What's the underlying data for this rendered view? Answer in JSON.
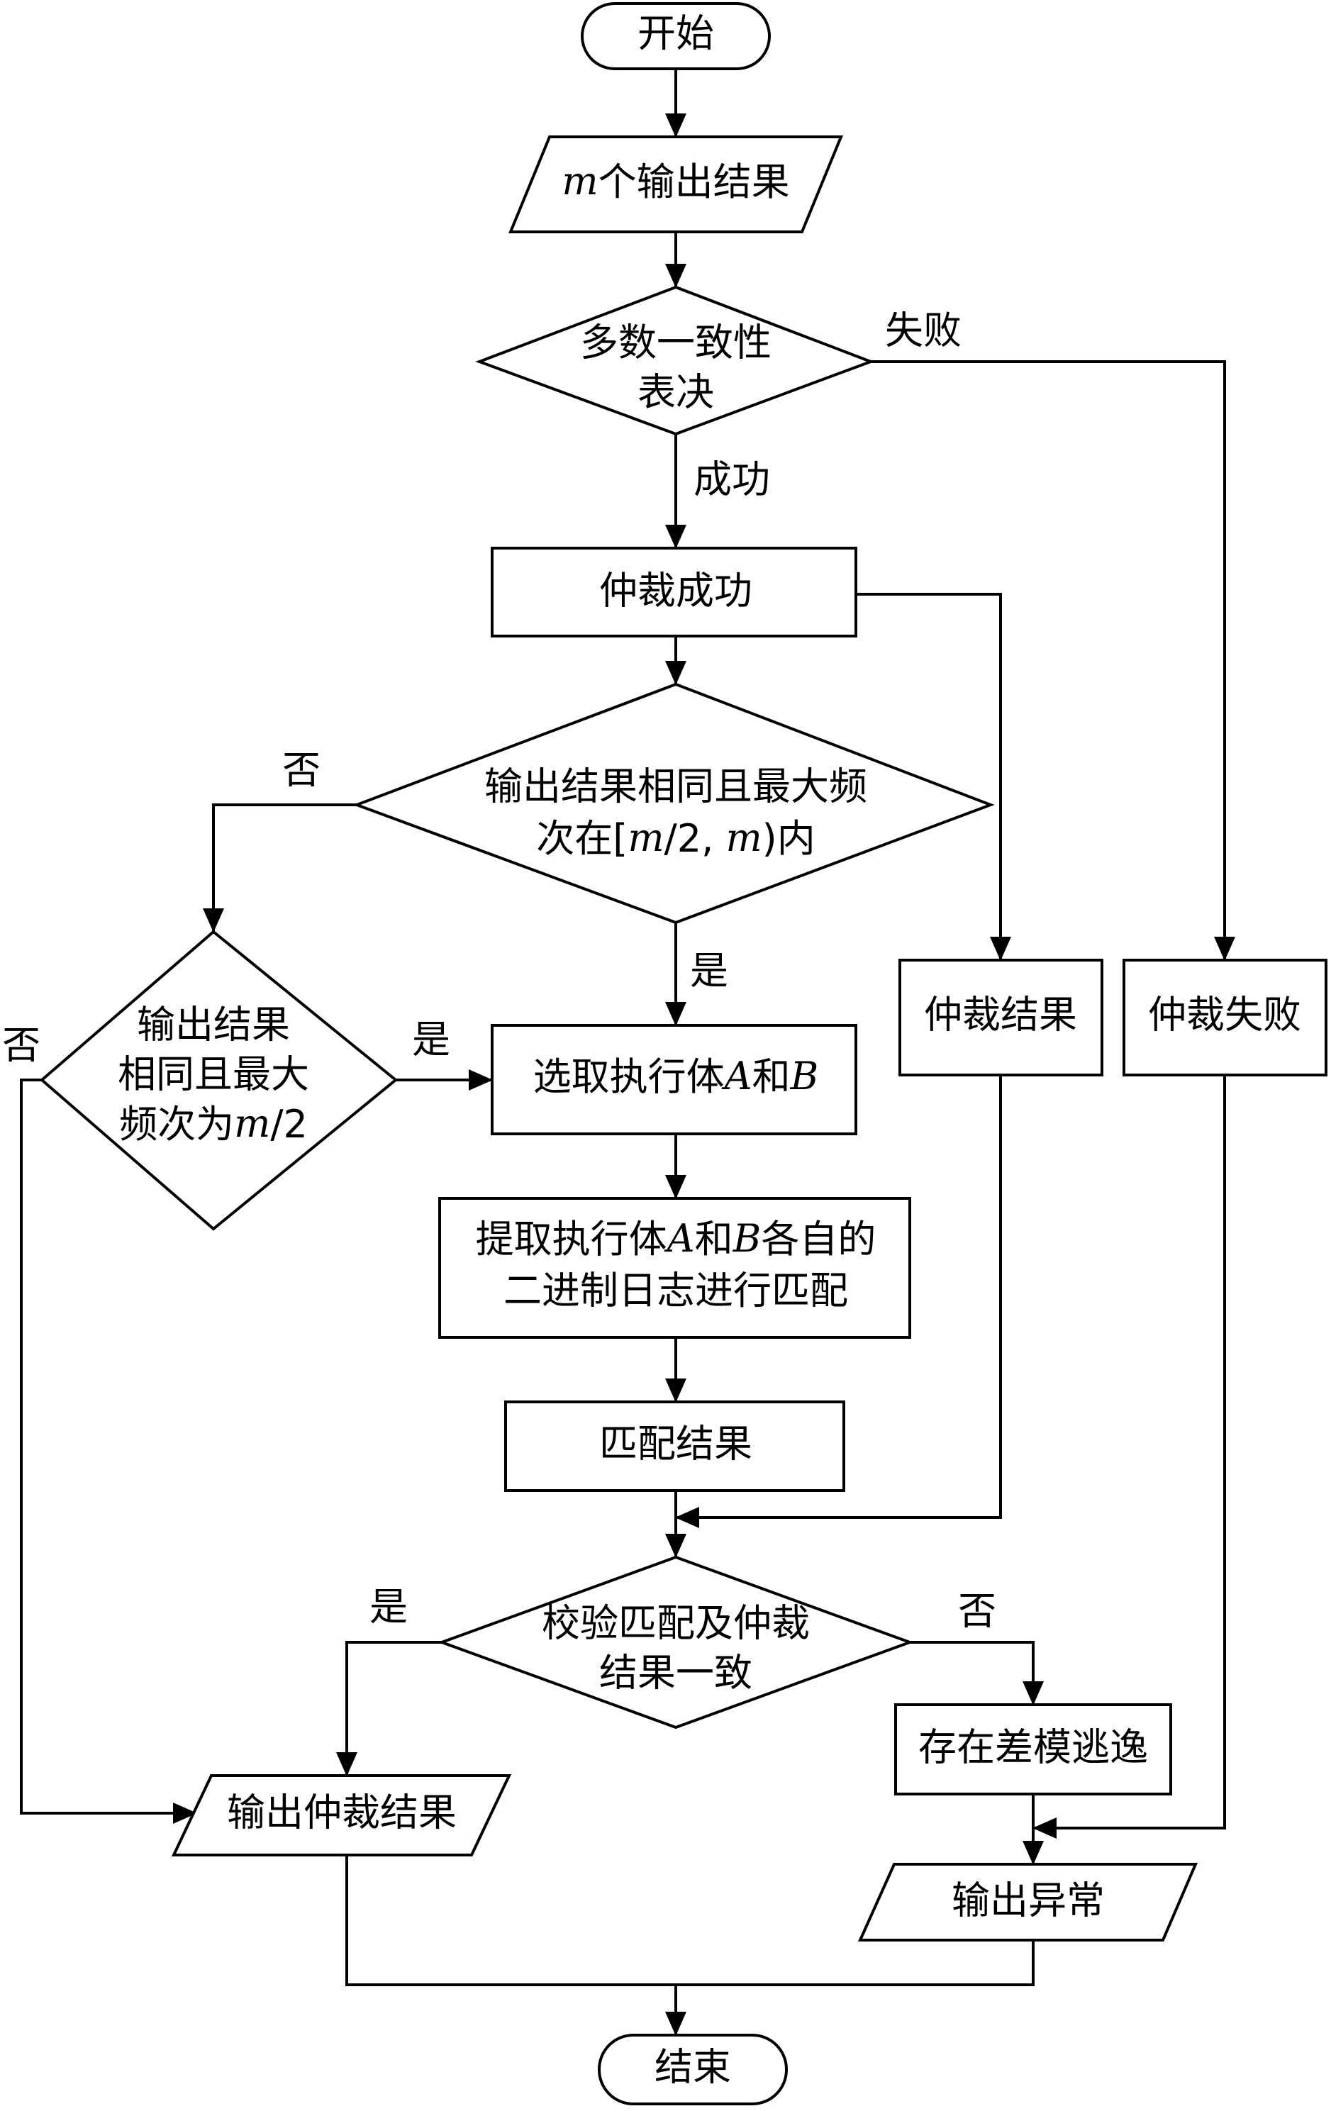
{
  "nodes": {
    "start": "开始",
    "input": {
      "var": "m",
      "text": "个输出结果"
    },
    "vote": [
      "多数一致性",
      "表决"
    ],
    "arb_success": "仲裁成功",
    "check_same": {
      "line1": "输出结果相同且最大频",
      "line2_prefix": "次在[",
      "line2_var1": "m",
      "line2_mid": "/2, ",
      "line2_var2": "m",
      "line2_suffix": ")内"
    },
    "check_half": {
      "line1": "输出结果",
      "line2": "相同且最大",
      "line3_prefix": "频次为",
      "line3_var": "m",
      "line3_suffix": "/2"
    },
    "select": {
      "prefix": "选取执行体",
      "a": "A",
      "mid": "和",
      "b": "B"
    },
    "extract": {
      "l1_prefix": "提取执行体",
      "l1_a": "A",
      "l1_mid": "和",
      "l1_b": "B",
      "l1_suffix": "各自的",
      "line2": "二进制日志进行匹配"
    },
    "match_result": "匹配结果",
    "arb_result": "仲裁结果",
    "arb_fail": "仲裁失败",
    "verify": [
      "校验匹配及仲裁",
      "结果一致"
    ],
    "escape": "存在差模逃逸",
    "output_arb": "输出仲裁结果",
    "output_abnormal": "输出异常",
    "end": "结束"
  },
  "edges": {
    "fail": "失败",
    "success": "成功",
    "no1": "否",
    "yes1": "是",
    "no2": "否",
    "yes2": "是",
    "yes3": "是",
    "no3": "否"
  }
}
